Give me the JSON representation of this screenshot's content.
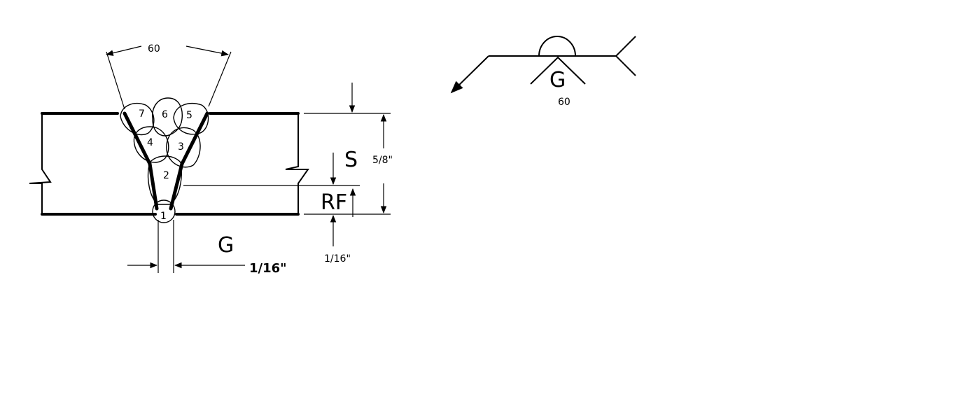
{
  "joint_section": {
    "groove_angle": "60",
    "pass_numbers": [
      "1",
      "2",
      "3",
      "4",
      "5",
      "6",
      "7"
    ],
    "thickness_label": "5/8\"",
    "depth_label": "S",
    "root_face_label": "RF",
    "root_face_value": "1/16\"",
    "root_gap_label": "G",
    "root_gap_value": "1/16\""
  },
  "weld_symbol": {
    "root_opening_label": "G",
    "groove_angle": "60"
  }
}
